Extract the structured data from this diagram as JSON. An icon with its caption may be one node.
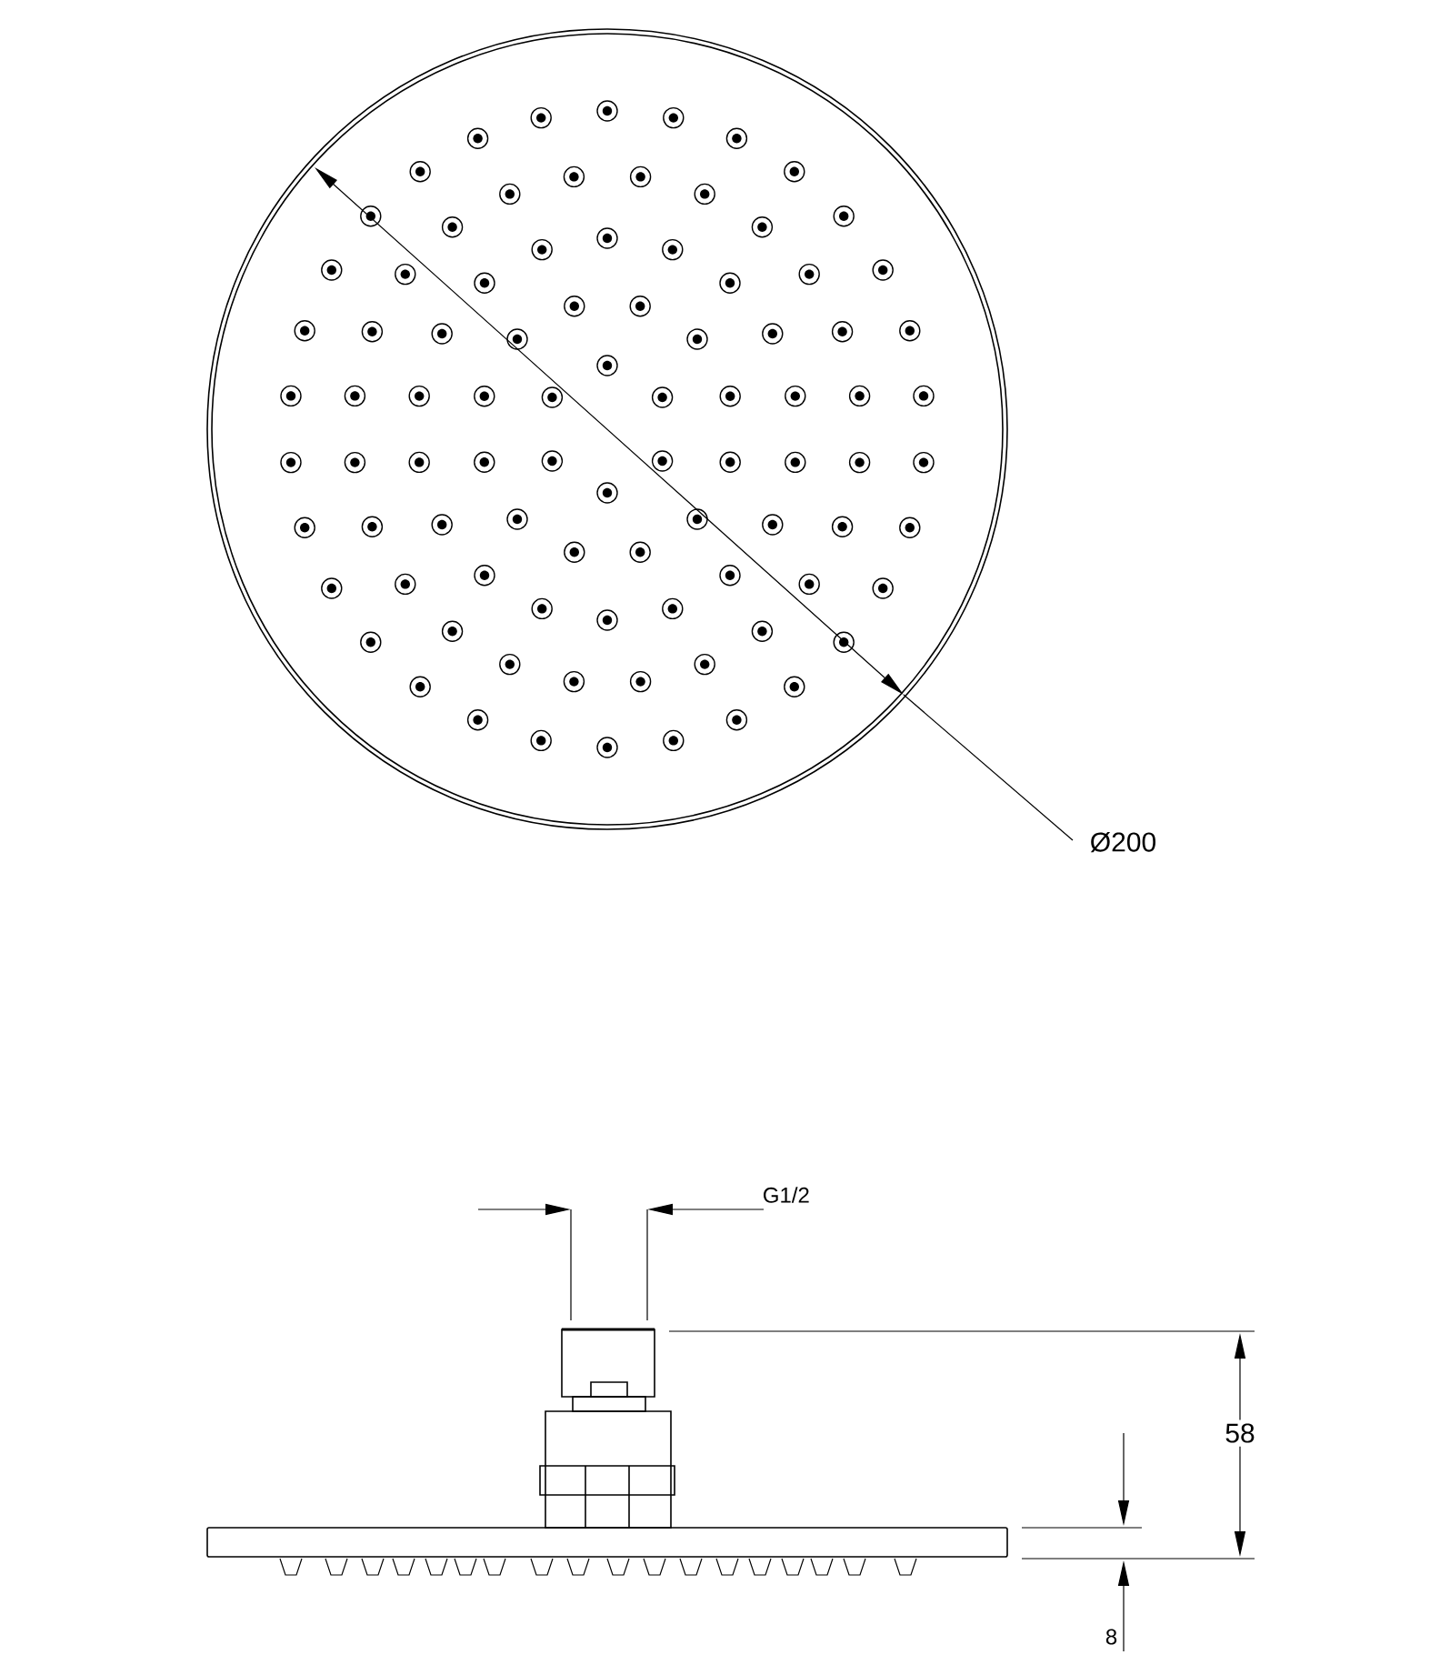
{
  "diagram": {
    "labels": [
      "Ø200",
      "G1/2",
      "58",
      "8"
    ]
  }
}
